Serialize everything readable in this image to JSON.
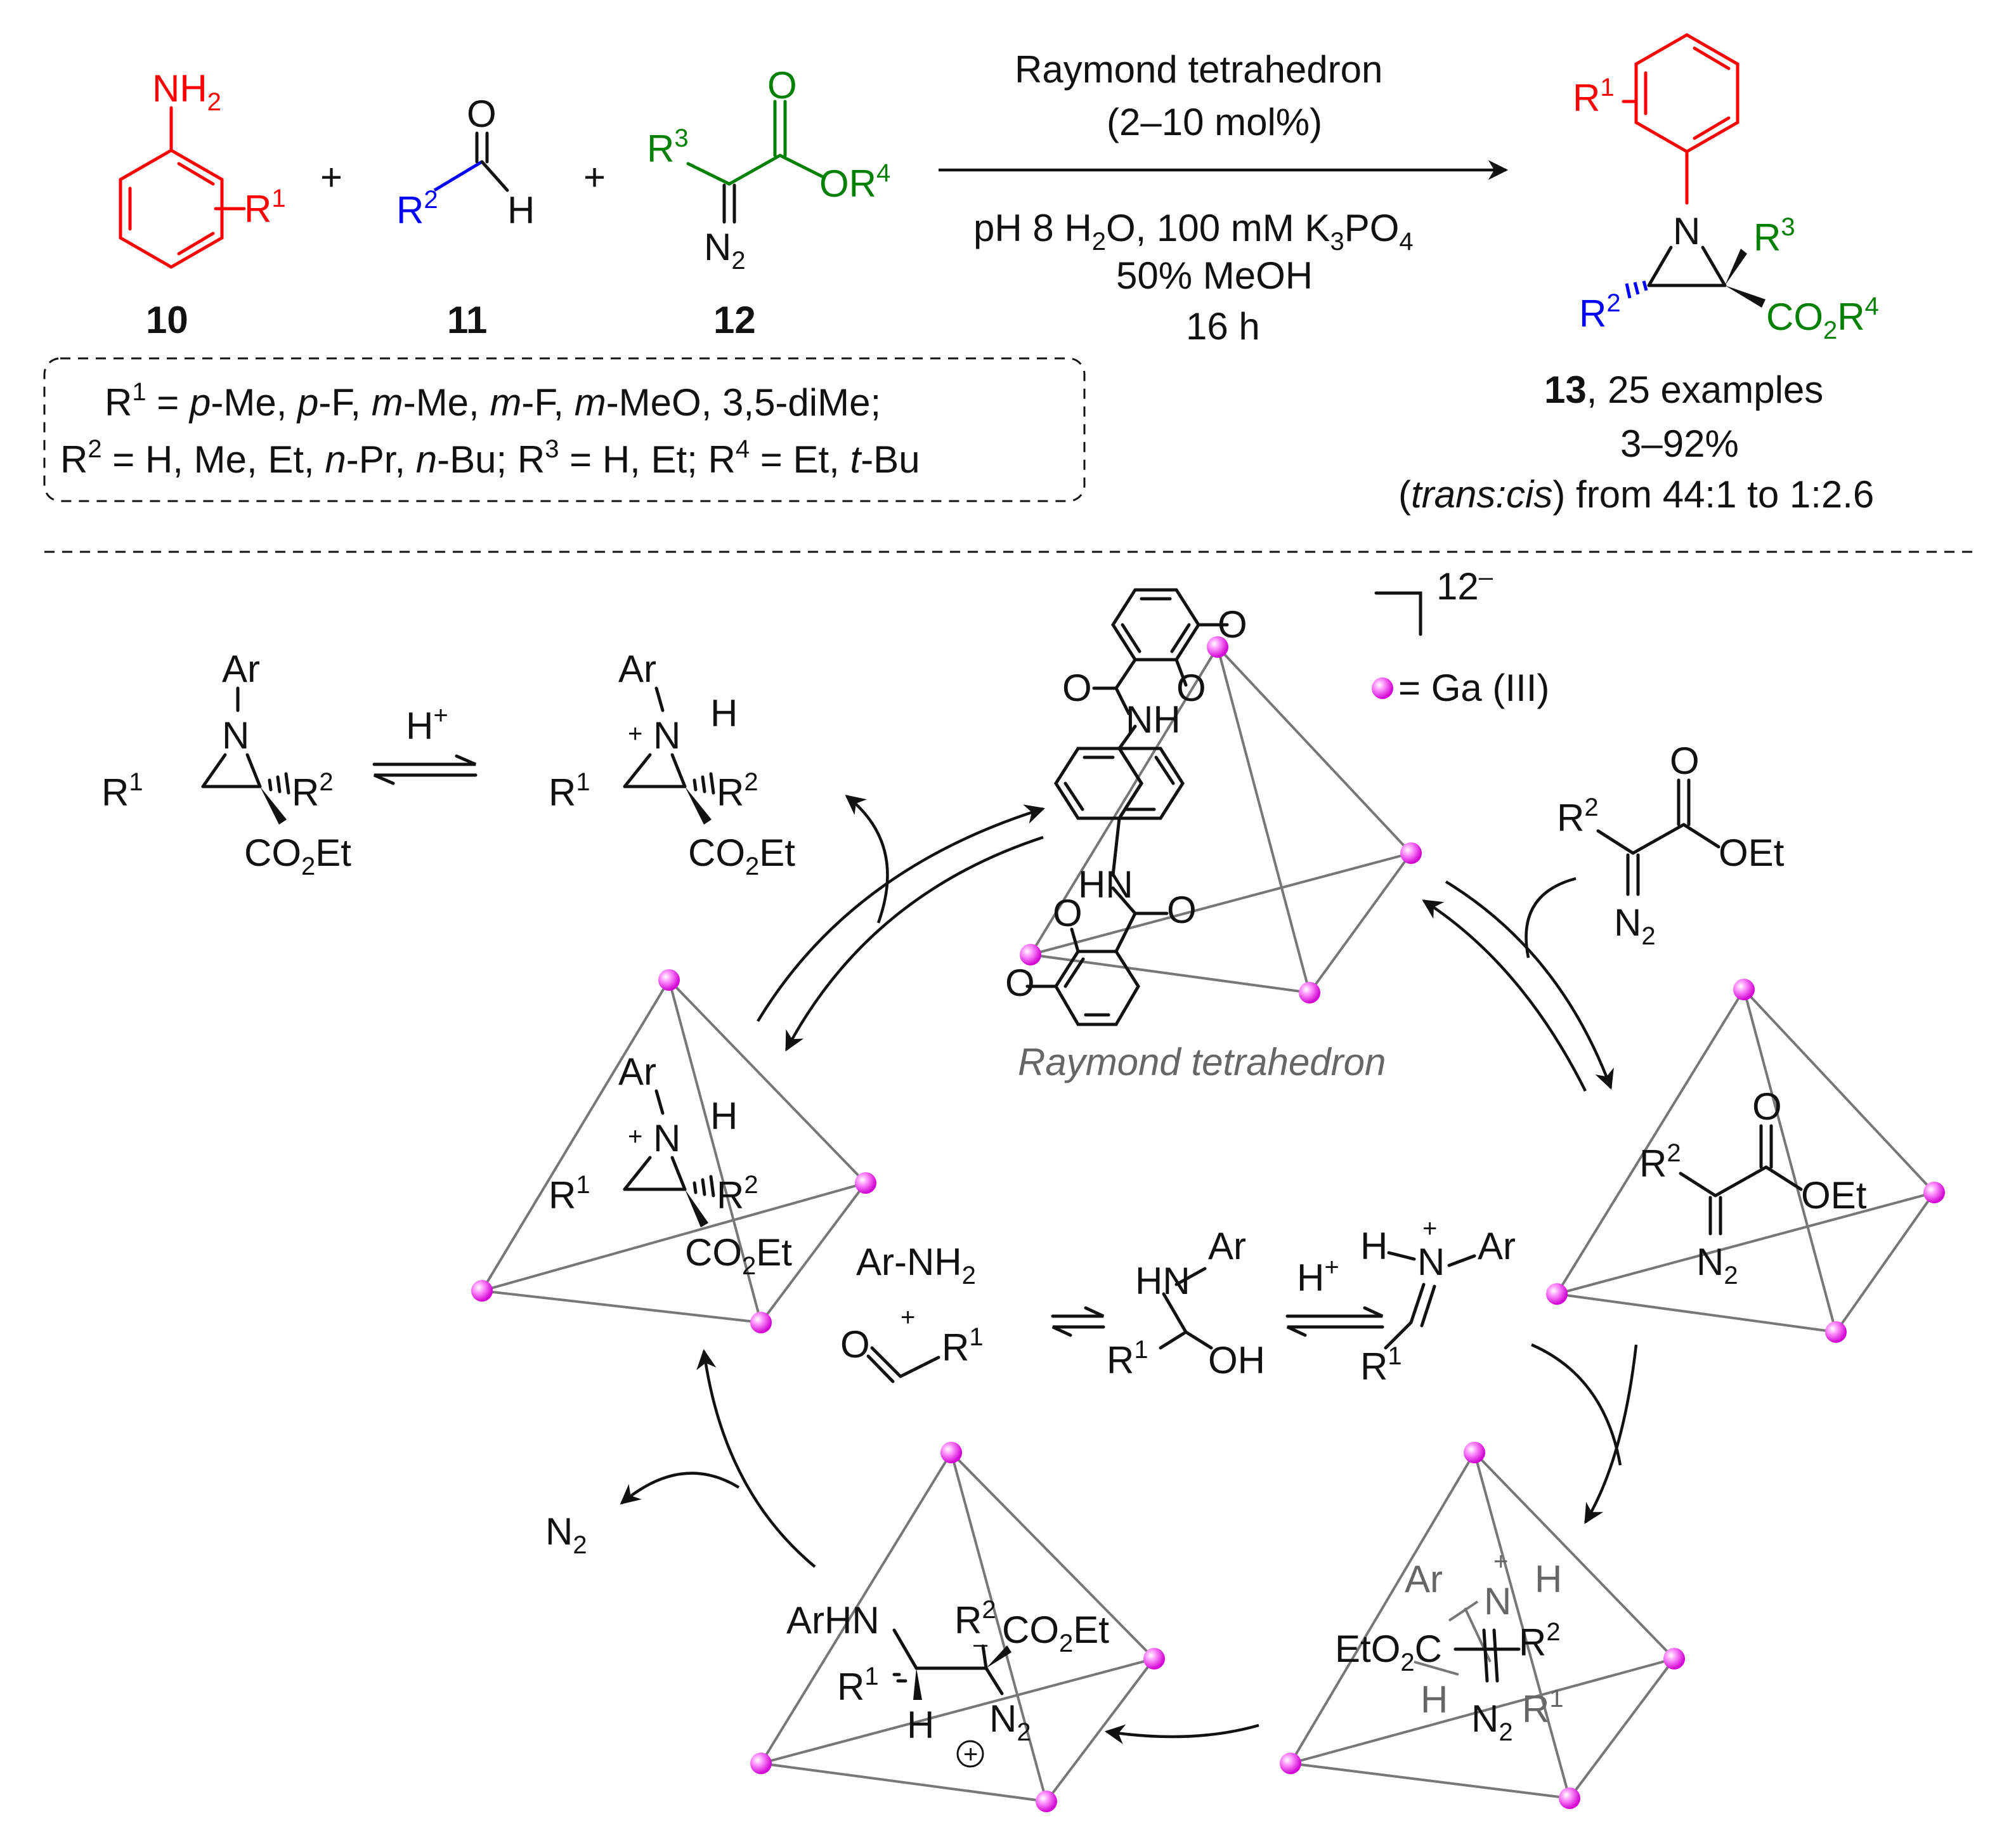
{
  "colors": {
    "r1": "#ff0000",
    "r2": "#0000ff",
    "r3r4": "#008000",
    "ga_sphere": "#ff33ff",
    "cage_edge": "#777777",
    "caption": "#666666"
  },
  "reaction": {
    "compound10": {
      "label": "10",
      "nh2": "NH",
      "nh2_sub": "2",
      "r": "R",
      "r_sup": "1"
    },
    "plus": "+",
    "compound11": {
      "label": "11",
      "o": "O",
      "r": "R",
      "r_sup": "2",
      "h": "H"
    },
    "compound12": {
      "label": "12",
      "o": "O",
      "r3": "R",
      "r3_sup": "3",
      "or4": "OR",
      "or4_sup": "4",
      "n2": "N",
      "n2_sub": "2"
    },
    "conditions": {
      "catalyst": "Raymond tetrahedron",
      "loading": "(2–10 mol%)",
      "ph_a": "pH 8 H",
      "ph_b": "O, 100 mM K",
      "ph_c": "PO",
      "sub2": "2",
      "sub3": "3",
      "sub4": "4",
      "solvent": "50% MeOH",
      "time": "16 h"
    },
    "product13": {
      "label": "13",
      "examples": ", 25 examples",
      "yield": "3–92%",
      "dr_open": "(",
      "dr_italic": "trans:cis",
      "dr_rest": ") from 44:1 to 1:2.6",
      "r1": "R",
      "r1_sup": "1",
      "n": "N",
      "r2": "R",
      "r2_sup": "2",
      "r3": "R",
      "r3_sup": "3",
      "co2r4_a": "CO",
      "co2r4_sub": "2",
      "co2r4_b": "R",
      "co2r4_sup": "4"
    },
    "scope_line1": {
      "a": "R",
      "a_sup": "1",
      "b": " = ",
      "p1": "p",
      "c": "-Me, ",
      "p2": "p",
      "d": "-F, ",
      "m1": "m",
      "e": "-Me, ",
      "m2": "m",
      "f": "-F, ",
      "m3": "m",
      "g": "-MeO, 3,5-diMe;"
    },
    "scope_line2": {
      "a": "R",
      "a_sup": "2",
      "b": " = H, Me, Et, ",
      "n1": "n",
      "c": "-Pr, ",
      "n2": "n",
      "d": "-Bu; R",
      "d_sup": "3",
      "e": " = H, Et; R",
      "e_sup": "4",
      "f": " = Et, ",
      "t": "t",
      "g": "-Bu"
    }
  },
  "mechanism": {
    "charge": "12",
    "charge_sup": "–",
    "legend": "= Ga (III)",
    "caption": "Raymond tetrahedron",
    "ligand": {
      "o_top": "O",
      "o_carbonyl": "O",
      "o_lig": "O",
      "nh": "NH",
      "hn": "HN",
      "o_carbonyl2": "O",
      "o_lig2": "O",
      "o_left": "O"
    },
    "aziridine_free": {
      "ar": "Ar",
      "n": "N",
      "r1": "R",
      "r1_sup": "1",
      "r2": "R",
      "r2_sup": "2",
      "co2et_a": "CO",
      "co2et_sub": "2",
      "co2et_b": "Et"
    },
    "protonation": {
      "h": "H",
      "h_sup": "+"
    },
    "aziridinium": {
      "ar": "Ar",
      "plus": "+",
      "n": "N",
      "h": "H",
      "r1": "R",
      "r1_sup": "1",
      "r2": "R",
      "r2_sup": "2",
      "co2et_a": "CO",
      "co2et_sub": "2",
      "co2et_b": "Et"
    },
    "diazo_free": {
      "r2": "R",
      "r2_sup": "2",
      "o": "O",
      "oet": "OEt",
      "n2": "N",
      "n2_sub": "2"
    },
    "diazo_bound": {
      "r2": "R",
      "r2_sup": "2",
      "o": "O",
      "oet": "OEt",
      "n2": "N",
      "n2_sub": "2"
    },
    "iminium_formation": {
      "arnh2": "Ar-NH",
      "arnh2_sub": "2",
      "plus": "+",
      "o": "O",
      "r1": "R",
      "r1_sup": "1",
      "hn": "HN",
      "ar": "Ar",
      "oh": "OH",
      "h_plus": "H",
      "h_plus_sup": "+",
      "im_h": "H",
      "im_n": "N",
      "im_plus": "+",
      "im_ar": "Ar"
    },
    "ts_complex": {
      "ar": "Ar",
      "n": "N",
      "plus": "+",
      "h": "H",
      "eto2c_a": "EtO",
      "eto2c_sub": "2",
      "eto2c_b": "C",
      "r2": "R",
      "r2_sup": "2",
      "h2": "H",
      "r1": "R",
      "r1_sup": "1",
      "n2": "N",
      "n2_sub": "2"
    },
    "adduct": {
      "arhn": "ArHN",
      "r2": "R",
      "r2_sup": "2",
      "minus": "–",
      "co2et_a": "CO",
      "co2et_sub": "2",
      "co2et_b": "Et",
      "r1": "R",
      "r1_sup": "1",
      "h": "H",
      "plus": "+",
      "n2": "N",
      "n2_sub": "2"
    },
    "n2_release": {
      "n": "N",
      "sub": "2"
    }
  }
}
